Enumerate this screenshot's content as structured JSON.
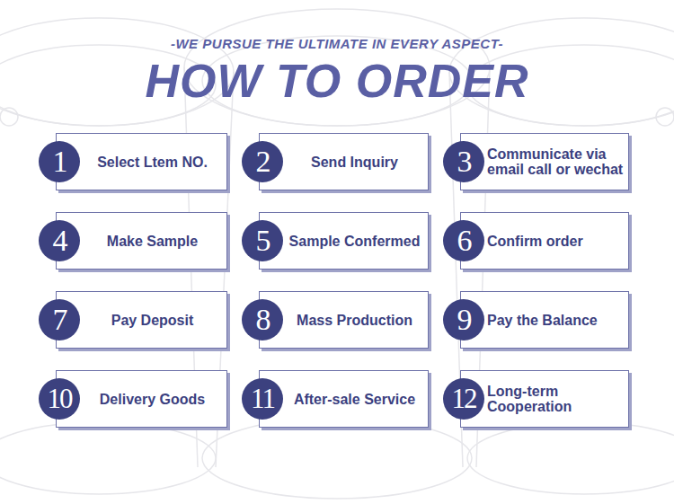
{
  "diagram": {
    "title": "HOW TO ORDER",
    "nodes": [
      {
        "text": [
          "1",
          "Select Ltem NO."
        ]
      },
      {
        "text": [
          "2",
          "Send Inquiry"
        ]
      },
      {
        "text": [
          "3",
          "Communicate via email call or wechat"
        ]
      },
      {
        "text": [
          "4",
          "Make Sample"
        ]
      },
      {
        "text": [
          "5",
          "Sample Confermed"
        ]
      },
      {
        "text": [
          "6",
          "Confirm order"
        ]
      },
      {
        "text": [
          "7",
          "Pay Deposit"
        ]
      },
      {
        "text": [
          "8",
          "Mass Production"
        ]
      },
      {
        "text": [
          "9",
          "Pay the Balance"
        ]
      },
      {
        "text": [
          "10",
          "Delivery Goods"
        ]
      },
      {
        "text": [
          "11",
          "After-sale Service"
        ]
      },
      {
        "text": [
          "12",
          "Long-term Cooperation"
        ]
      }
    ],
    "labels": [
      "-WE PURSUE THE ULTIMATE IN EVERY ASPECT-"
    ]
  }
}
